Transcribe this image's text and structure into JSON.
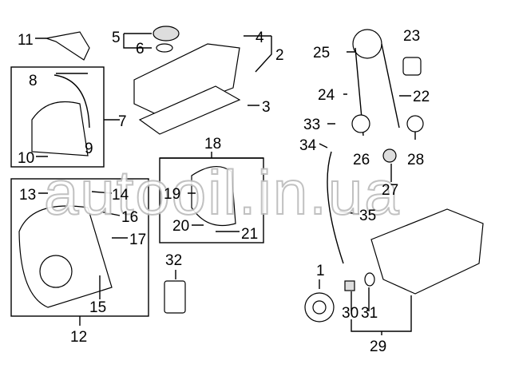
{
  "watermark": "autooil.in.ua",
  "callouts": [
    "1",
    "2",
    "3",
    "4",
    "5",
    "6",
    "7",
    "8",
    "9",
    "10",
    "11",
    "12",
    "13",
    "14",
    "15",
    "16",
    "17",
    "18",
    "19",
    "20",
    "21",
    "22",
    "23",
    "24",
    "25",
    "26",
    "27",
    "28",
    "29",
    "30",
    "31",
    "32",
    "33",
    "34",
    "35"
  ]
}
